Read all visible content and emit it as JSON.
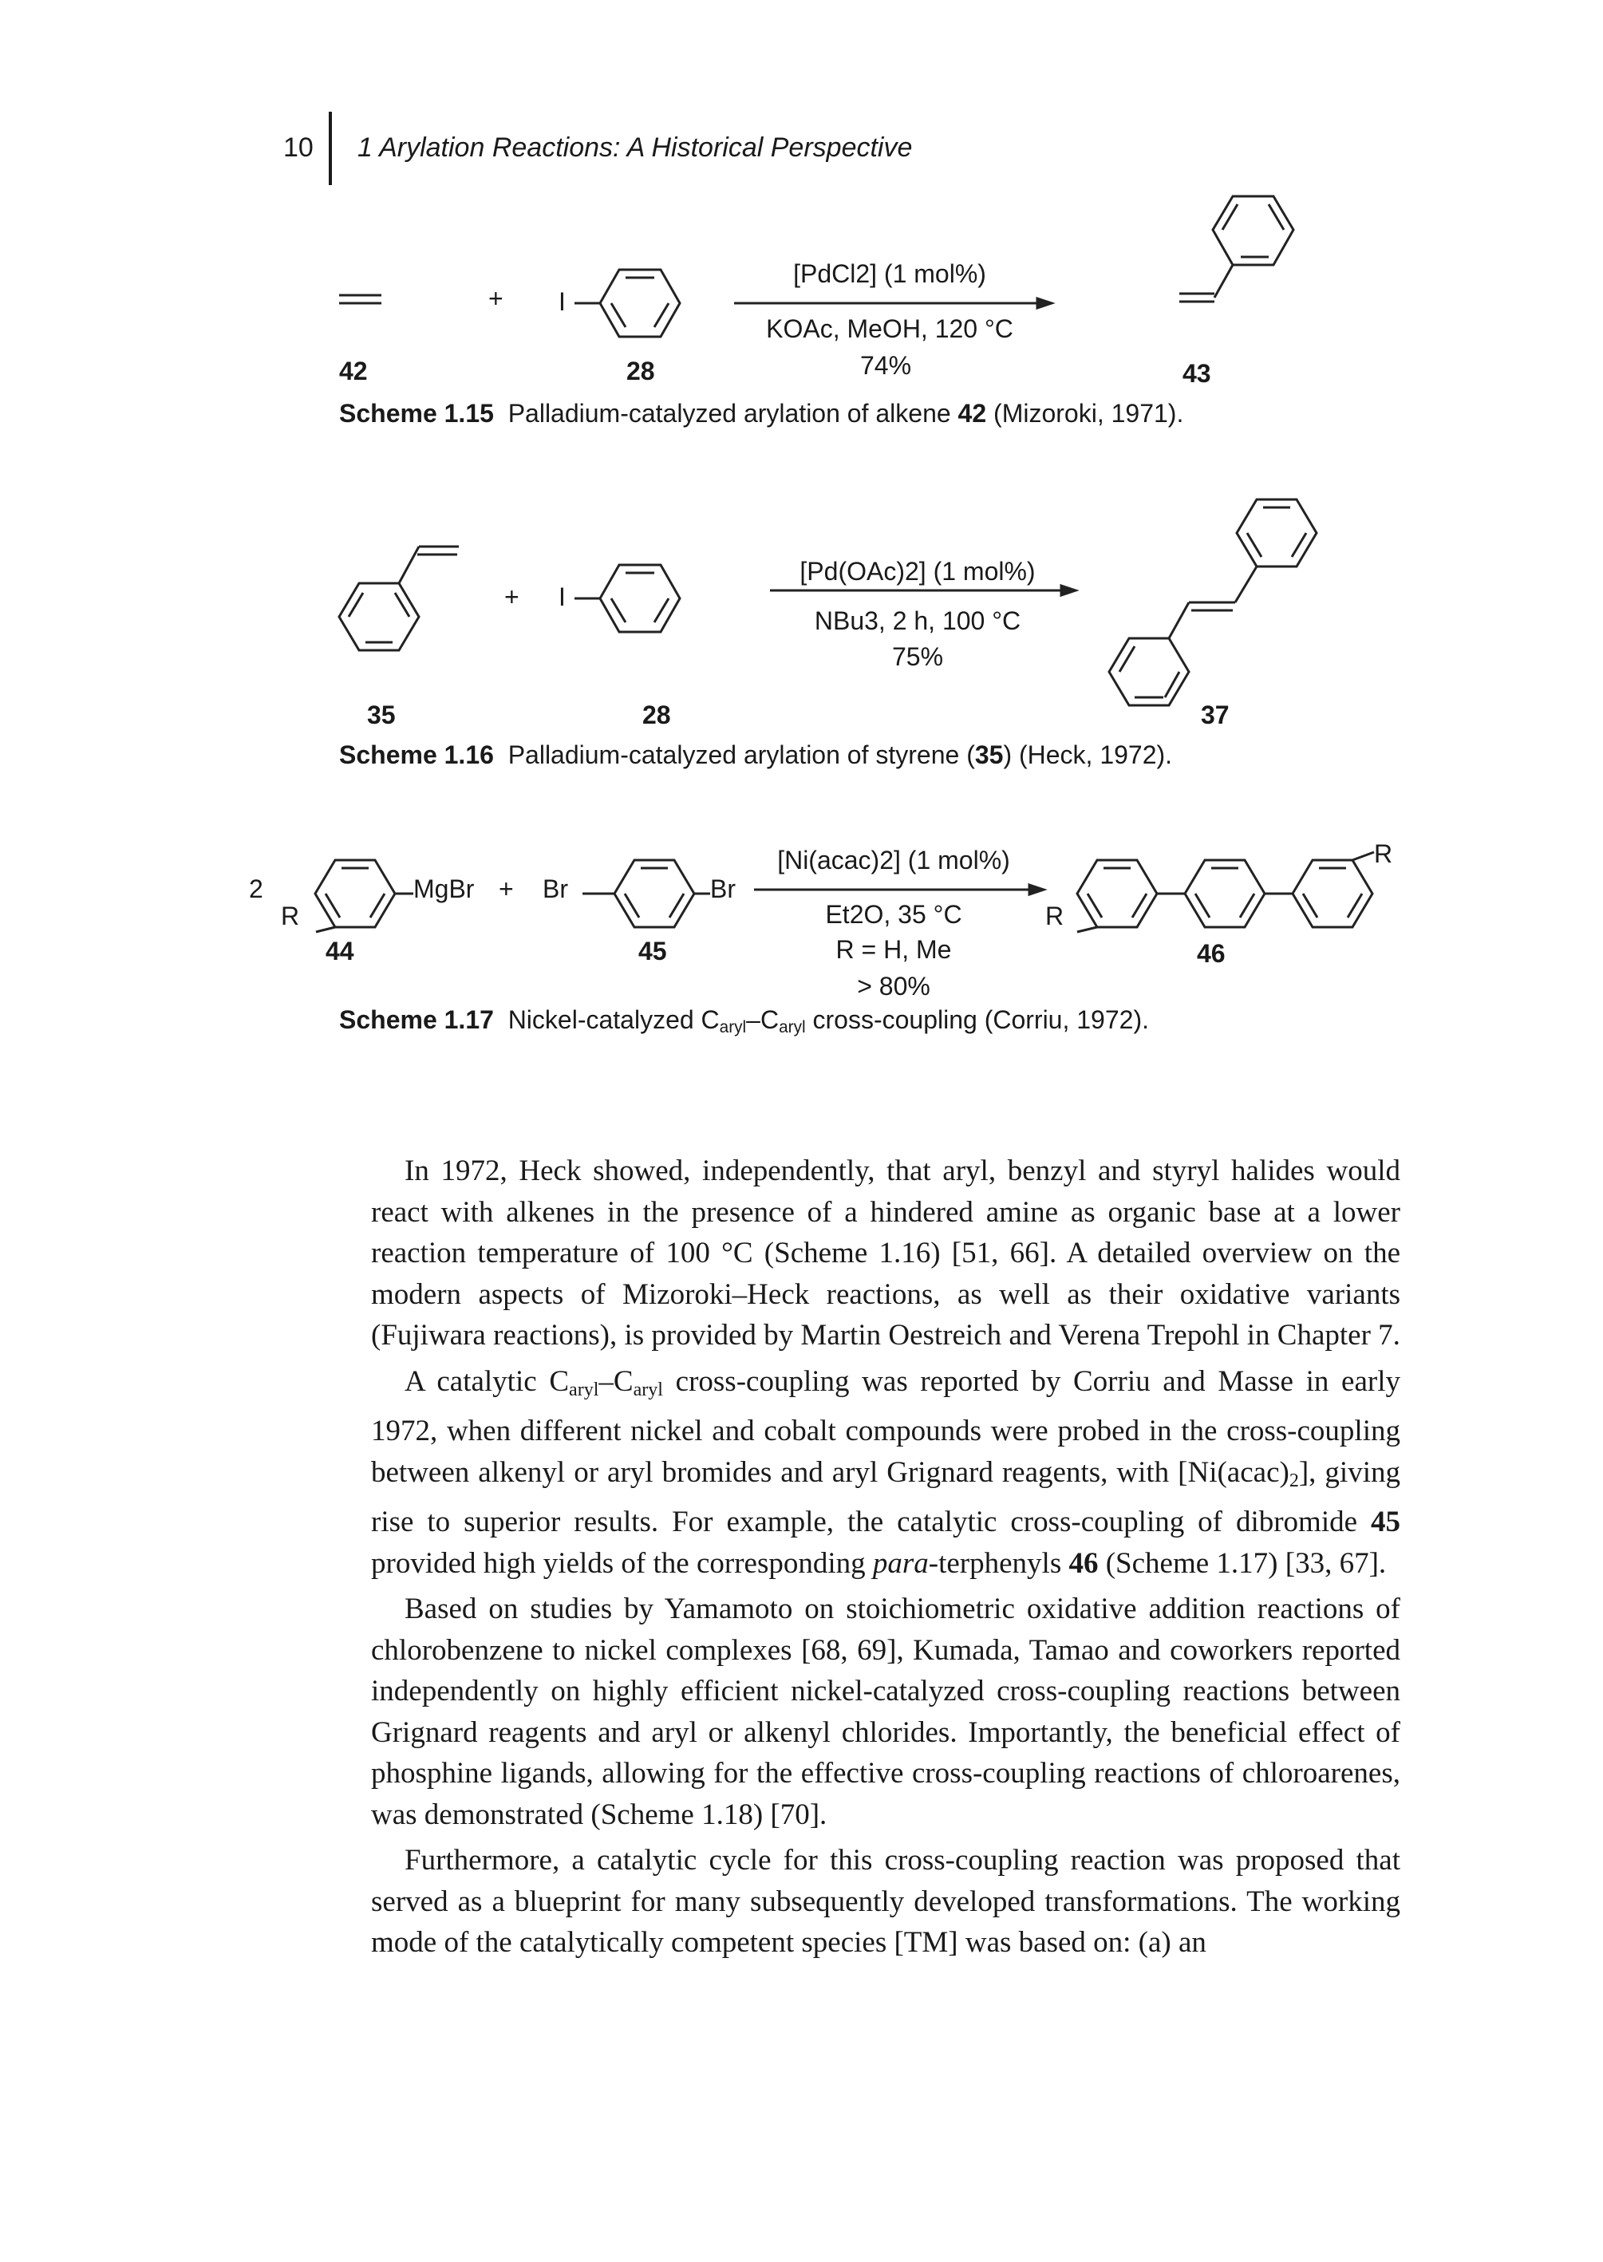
{
  "header": {
    "page_number": "10",
    "running_title": "1 Arylation Reactions: A Historical Perspective"
  },
  "scheme_1_15": {
    "plus": "+",
    "iodo_label": "I",
    "catalyst": "[PdCl2] (1 mol%)",
    "conditions": "KOAc, MeOH, 120 °C",
    "yield": "74%",
    "compound_a": "42",
    "compound_b": "28",
    "product": "43",
    "caption_label": "Scheme 1.15",
    "caption_text": "Palladium-catalyzed arylation of alkene",
    "caption_bold": "42",
    "caption_tail": "(Mizoroki, 1971)."
  },
  "scheme_1_16": {
    "plus": "+",
    "iodo_label": "I",
    "catalyst": "[Pd(OAc)2] (1 mol%)",
    "conditions": "NBu3, 2 h, 100 °C",
    "yield": "75%",
    "compound_a": "35",
    "compound_b": "28",
    "product": "37",
    "caption_label": "Scheme 1.16",
    "caption_text": "Palladium-catalyzed arylation of styrene (",
    "caption_bold": "35",
    "caption_tail": ") (Heck, 1972)."
  },
  "scheme_1_17": {
    "stoich": "2",
    "mgbr": "MgBr",
    "r_label": "R",
    "plus": "+",
    "br_left": "Br",
    "br_right": "Br",
    "catalyst": "[Ni(acac)2] (1 mol%)",
    "conditions": "Et2O, 35 °C",
    "r_def": "R = H, Me",
    "yield": "> 80%",
    "compound_a": "44",
    "compound_b": "45",
    "product": "46",
    "caption_label": "Scheme 1.17",
    "caption_text_1": "Nickel-catalyzed C",
    "caption_sub_1": "aryl",
    "caption_dash": "–C",
    "caption_sub_2": "aryl",
    "caption_tail": "cross-coupling (Corriu, 1972)."
  },
  "paragraphs": {
    "p1": "In 1972, Heck showed, independently, that aryl, benzyl and styryl halides would react with alkenes in the presence of a hindered amine as organic base at a lower reaction temperature of 100 °C (Scheme 1.16) [51, 66]. A detailed overview on the modern aspects of Mizoroki–Heck reactions, as well as their oxidative variants (Fujiwara reactions), is provided by Martin Oestreich and Verena Trepohl in Chapter 7.",
    "p2_a": "A catalytic C",
    "p2_sub1": "aryl",
    "p2_b": "–C",
    "p2_sub2": "aryl",
    "p2_c": " cross-coupling was reported by Corriu and Masse in early 1972, when different nickel and cobalt compounds were probed in the cross-coupling between alkenyl or aryl bromides and aryl Grignard reagents, with [Ni(acac)",
    "p2_sub3": "2",
    "p2_d": "], giving rise to superior results. For example, the catalytic cross-coupling of dibromide ",
    "p2_bold1": "45",
    "p2_e": " provided high yields of the corresponding ",
    "p2_italic": "para",
    "p2_f": "-terphenyls ",
    "p2_bold2": "46",
    "p2_g": " (Scheme 1.17) [33, 67].",
    "p3": "Based on studies by Yamamoto on stoichiometric oxidative addition reactions of chlorobenzene to nickel complexes [68, 69], Kumada, Tamao and coworkers reported independently on highly efficient nickel-catalyzed cross-coupling reactions between Grignard reagents and aryl or alkenyl chlorides. Importantly, the beneficial effect of phosphine ligands, allowing for the effective cross-coupling reactions of chloroarenes, was demonstrated (Scheme 1.18) [70].",
    "p4": "Furthermore, a catalytic cycle for this cross-coupling reaction was proposed that served as a blueprint for many subsequently developed transformations. The working mode of the catalytically competent species [TM] was based on: (a) an"
  }
}
